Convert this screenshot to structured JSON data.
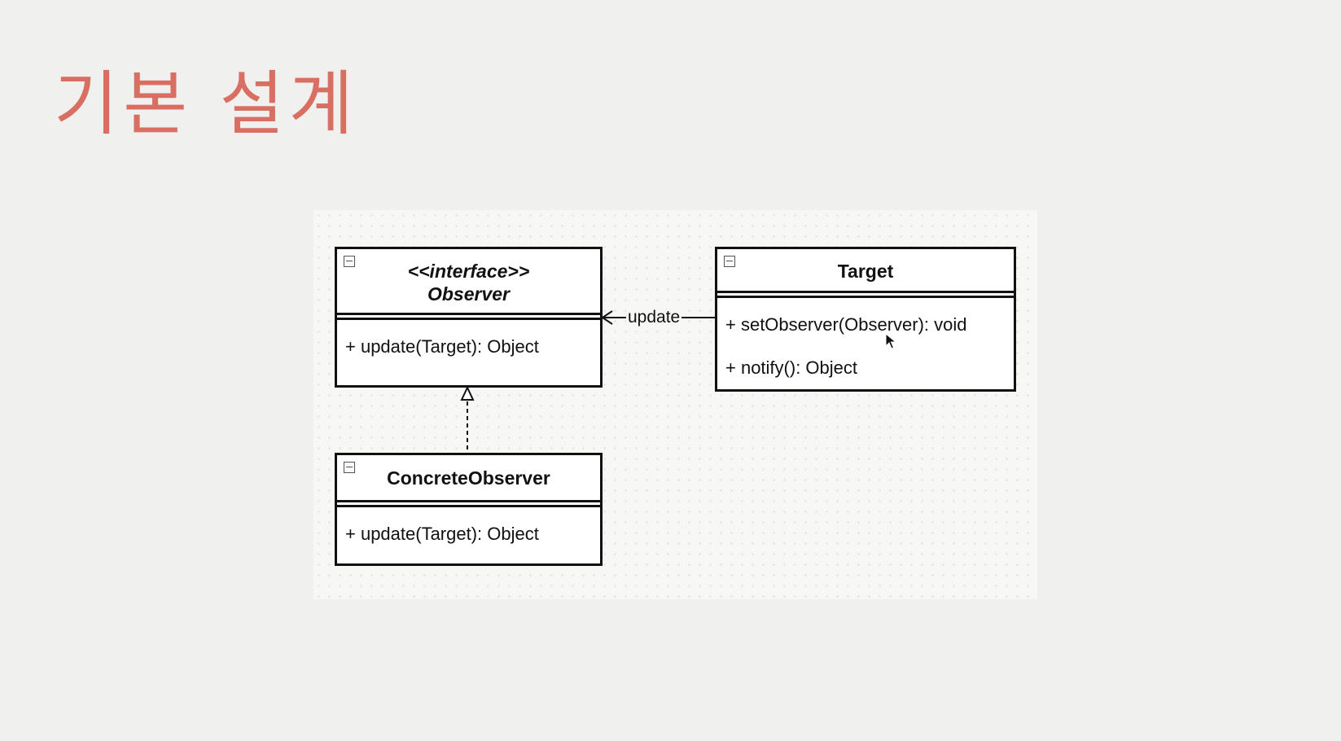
{
  "slide": {
    "title": "기본 설계"
  },
  "diagram": {
    "observer": {
      "stereotype": "<<interface>>",
      "name": "Observer",
      "operations": [
        "+ update(Target): Object"
      ]
    },
    "target": {
      "name": "Target",
      "operations": [
        "+ setObserver(Observer): void",
        "+ notify(): Object"
      ]
    },
    "concrete_observer": {
      "name": "ConcreteObserver",
      "operations": [
        "+ update(Target): Object"
      ]
    },
    "edges": {
      "association_label": "update"
    }
  }
}
